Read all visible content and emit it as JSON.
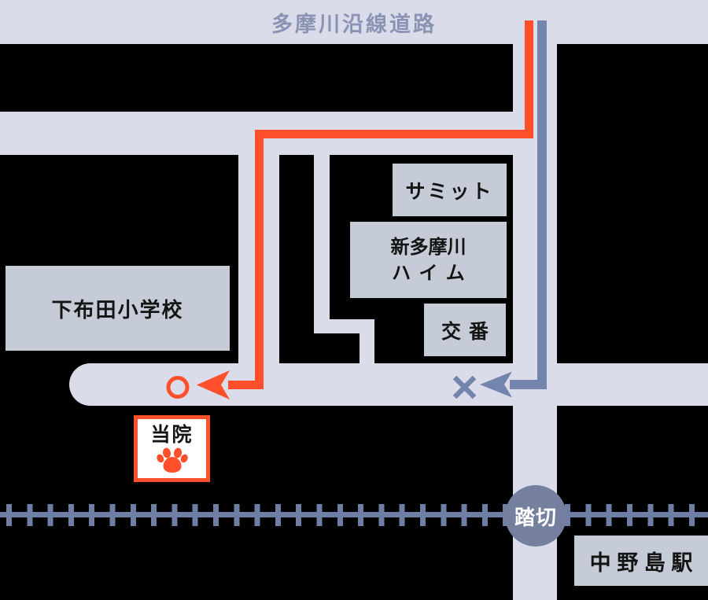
{
  "colors": {
    "bg": "#000000",
    "road": "#dadcea",
    "building": "#c5cbd7",
    "ink": "#141414",
    "roadLabel": "#8a93b3",
    "orange": "#ff4f2b",
    "slate": "#7485ad",
    "railway": "#6e7ea4",
    "crossing": "#75809f"
  },
  "roads": {
    "top_label": "多摩川沿線道路"
  },
  "buildings": {
    "summit": "サミット",
    "heim": [
      "新多摩川",
      "ハイム"
    ],
    "koban": "交番",
    "school": "下布田小学校",
    "station": "中野島駅"
  },
  "clinic": {
    "label": "当院",
    "icon": "paw-icon"
  },
  "crossing": {
    "label": "踏切"
  },
  "marks": {
    "correct": "○",
    "wrong": "×"
  }
}
